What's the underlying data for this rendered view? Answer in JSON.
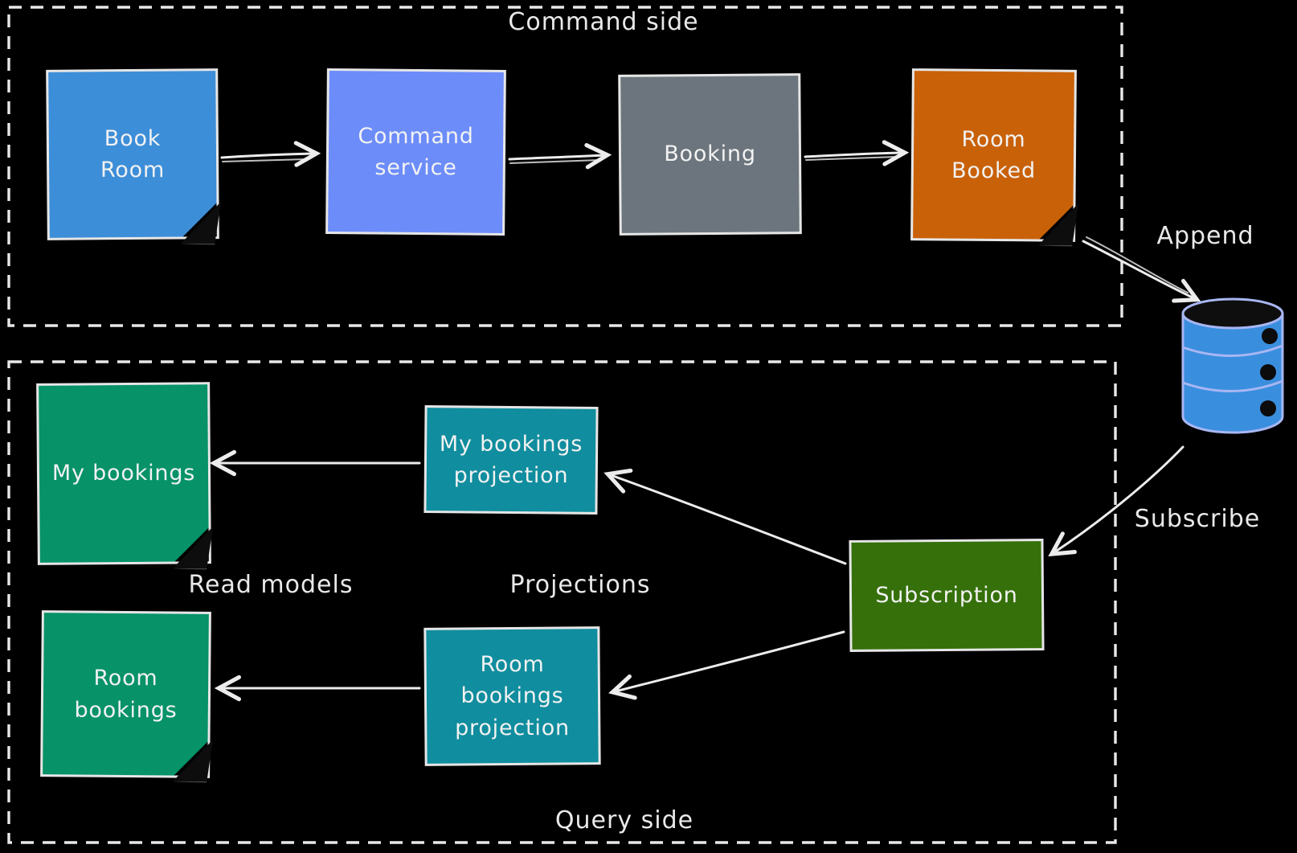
{
  "diagram": {
    "sections": {
      "command": "Command side",
      "query": "Query side"
    },
    "nodes": {
      "book_room": {
        "label": "Book\nRoom",
        "kind": "sticky-note"
      },
      "command_service": {
        "label": "Command\nservice",
        "kind": "box"
      },
      "booking": {
        "label": "Booking",
        "kind": "box"
      },
      "room_booked": {
        "label": "Room\nBooked",
        "kind": "sticky-note"
      },
      "my_bookings": {
        "label": "My bookings",
        "kind": "sticky-note"
      },
      "my_bookings_projection": {
        "label": "My bookings\nprojection",
        "kind": "box"
      },
      "room_bookings": {
        "label": "Room\nbookings",
        "kind": "sticky-note"
      },
      "room_bookings_projection": {
        "label": "Room\nbookings\nprojection",
        "kind": "box"
      },
      "subscription": {
        "label": "Subscription",
        "kind": "box"
      }
    },
    "annotations": {
      "append": "Append",
      "subscribe": "Subscribe",
      "read_models": "Read models",
      "projections": "Projections"
    },
    "icons": {
      "event_store": "database-cylinder-icon"
    },
    "edges": [
      {
        "from": "book_room",
        "to": "command_service"
      },
      {
        "from": "command_service",
        "to": "booking"
      },
      {
        "from": "booking",
        "to": "room_booked"
      },
      {
        "from": "room_booked",
        "to": "event_store",
        "label": "Append"
      },
      {
        "from": "event_store",
        "to": "subscription",
        "label": "Subscribe"
      },
      {
        "from": "subscription",
        "to": "my_bookings_projection"
      },
      {
        "from": "subscription",
        "to": "room_bookings_projection"
      },
      {
        "from": "my_bookings_projection",
        "to": "my_bookings"
      },
      {
        "from": "room_bookings_projection",
        "to": "room_bookings"
      }
    ],
    "colors": {
      "background": "#000000",
      "stroke": "#ececec",
      "book_room": "#3d8ed8",
      "command_service": "#6c8cfa",
      "booking": "#6c757d",
      "room_booked": "#c96109",
      "read_model_green": "#079268",
      "projection_teal": "#108d9e",
      "subscription_green": "#35700a",
      "event_store_blue": "#3a8ede",
      "event_store_stroke": "#a8b6f2",
      "event_store_hole": "#0c0c0c"
    }
  }
}
